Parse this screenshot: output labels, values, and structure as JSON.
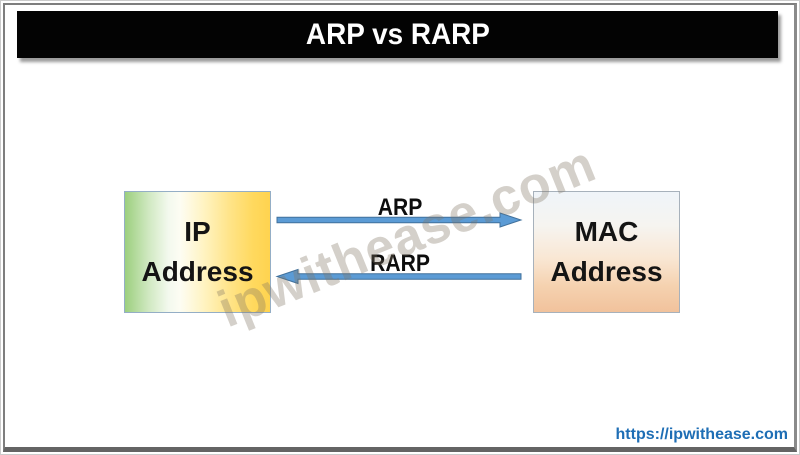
{
  "header": {
    "title": "ARP vs RARP"
  },
  "diagram": {
    "ip_box": {
      "line1": "IP",
      "line2": "Address"
    },
    "mac_box": {
      "line1": "MAC",
      "line2": "Address"
    },
    "arp_arrow": {
      "label": "ARP",
      "direction": "left-to-right"
    },
    "rarp_arrow": {
      "label": "RARP",
      "direction": "right-to-left"
    }
  },
  "watermark": {
    "text": "ipwithease.com"
  },
  "footer": {
    "url": "https://ipwithease.com"
  },
  "colors": {
    "title_bg": "#030303",
    "title_text": "#FFFFFF",
    "arrow_fill": "#5B9BD5",
    "arrow_border": "#41719C",
    "ip_gradient_left_green": "#9CCF7E",
    "ip_gradient_right_yellow": "#FFD34F",
    "mac_gradient_top": "#EFF4F9",
    "mac_gradient_bottom": "#F1C29C",
    "watermark_gray": "#CFC8BF",
    "footer_url_blue": "#1E6EB5"
  }
}
